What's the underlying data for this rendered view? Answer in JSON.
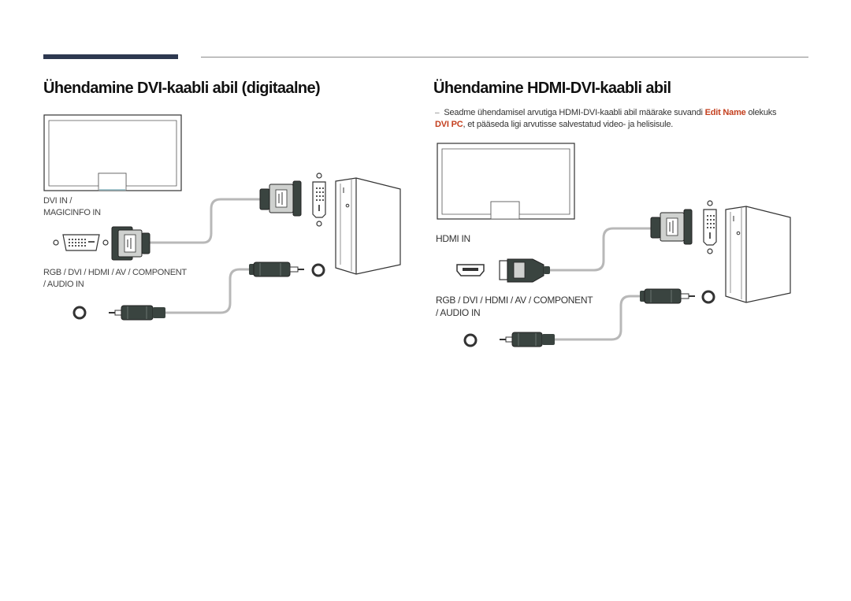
{
  "header": {
    "accent_color": "#2d3850"
  },
  "left_section": {
    "title": "Ühendamine DVI-kaabli abil (digitaalne)",
    "port_labels": {
      "dvi": "DVI IN /\nMAGICINFO IN",
      "audio": "RGB / DVI / HDMI / AV / COMPONENT\n/ AUDIO IN"
    }
  },
  "right_section": {
    "title": "Ühendamine HDMI-DVI-kaabli abil",
    "note": {
      "marker": "–",
      "text_before": "Seadme ühendamisel arvutiga HDMI-DVI-kaabli abil määrake suvandi ",
      "emphasis_1": "Edit Name",
      "text_middle": " olekuks ",
      "emphasis_2": "DVI PC",
      "text_after": ", et pääseda ligi arvutisse salvestatud video- ja helisisule."
    },
    "port_labels": {
      "hdmi": "HDMI IN",
      "audio": "RGB / DVI / HDMI / AV / COMPONENT\n/ AUDIO IN"
    }
  },
  "colors": {
    "connector_dark": "#3a4440",
    "connector_gray": "#cfd1cf",
    "cable": "#b8b8b8",
    "outline": "#333333",
    "emphasis": "#c4401f"
  }
}
